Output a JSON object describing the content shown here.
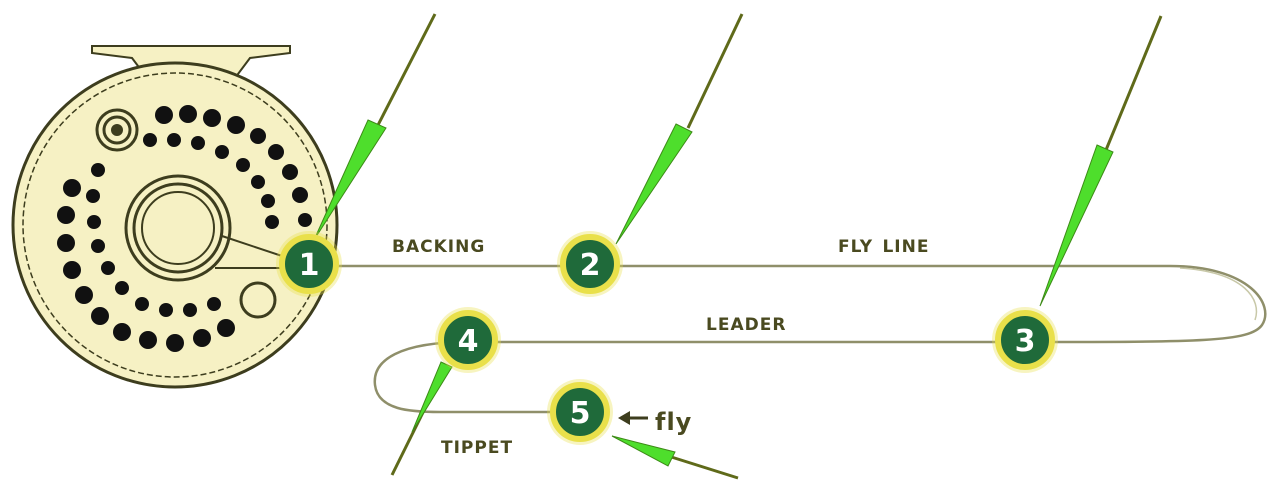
{
  "labels": {
    "backing": "backing",
    "fly_line": "fly line",
    "leader": "leader",
    "tippet": "tippet",
    "fly": "fly"
  },
  "knots": [
    {
      "number": "1"
    },
    {
      "number": "2"
    },
    {
      "number": "3"
    },
    {
      "number": "4"
    },
    {
      "number": "5"
    }
  ],
  "colors": {
    "reel_fill": "#f6f1c4",
    "reel_stroke": "#3d3d1e",
    "line": "#8f8f6a",
    "knot_fill": "#1f6a3a",
    "knot_ring": "#e9e04a",
    "pointer_green": "#4ede2c",
    "pointer_line": "#5f6a1a",
    "dots": "#111111"
  },
  "icons": [
    "fly-reel-icon",
    "arrow-left-icon"
  ]
}
